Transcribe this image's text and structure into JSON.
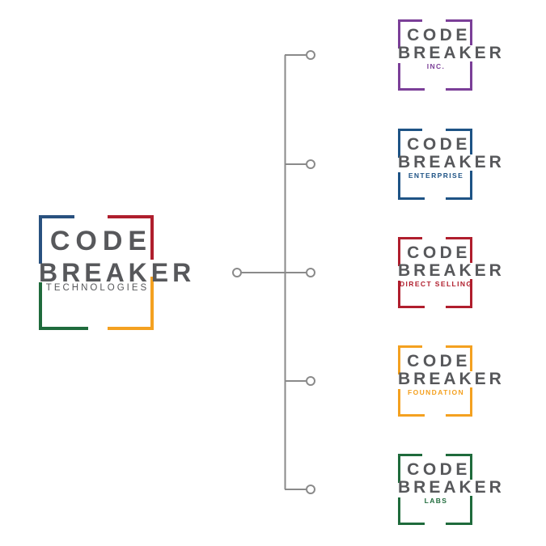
{
  "diagram": {
    "background": "#FFFFFF",
    "connector_color": "#8A8A8A",
    "text_color": "#57585B",
    "parent": {
      "word1": "CODE",
      "word2": "BREAKER",
      "descriptor": "TECHNOLOGIES",
      "bracket_colors": {
        "top_left": "#29517F",
        "top_right": "#AF1E2D",
        "bottom_left": "#1F6B3C",
        "bottom_right": "#F4A120"
      }
    },
    "children": [
      {
        "word1": "CODE",
        "word2": "BREAKER",
        "descriptor": "INC.",
        "accent": "#7B3F98"
      },
      {
        "word1": "CODE",
        "word2": "BREAKER",
        "descriptor": "ENTERPRISE",
        "accent": "#1E5385"
      },
      {
        "word1": "CODE",
        "word2": "BREAKER",
        "descriptor": "DIRECT SELLING",
        "accent": "#B01E2D"
      },
      {
        "word1": "CODE",
        "word2": "BREAKER",
        "descriptor": "FOUNDATION",
        "accent": "#F4A120"
      },
      {
        "word1": "CODE",
        "word2": "BREAKER",
        "descriptor": "LABS",
        "accent": "#1F6B3C"
      }
    ]
  }
}
